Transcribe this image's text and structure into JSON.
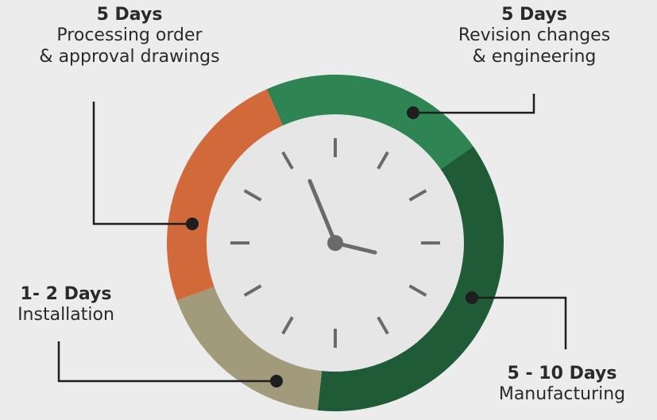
{
  "segments": [
    {
      "id": "processing",
      "days": "5 Days",
      "description_line1": "Processing order",
      "description_line2": "& approval drawings",
      "color": "#d2693a"
    },
    {
      "id": "revision",
      "days": "5 Days",
      "description_line1": "Revision changes",
      "description_line2": "& engineering",
      "color": "#2e8453"
    },
    {
      "id": "manufacturing",
      "days": "5 - 10 Days",
      "description_line1": "Manufacturing",
      "description_line2": "",
      "color": "#1f5b37"
    },
    {
      "id": "installation",
      "days": "1- 2 Days",
      "description_line1": "Installation",
      "description_line2": "",
      "color": "#a29b7b"
    }
  ],
  "colors": {
    "background": "#ececec",
    "clock_face": "#e6e6e6",
    "ticks": "#6a6a6a",
    "hands": "#6a6a6a",
    "leader_lines": "#1e1e1e"
  }
}
